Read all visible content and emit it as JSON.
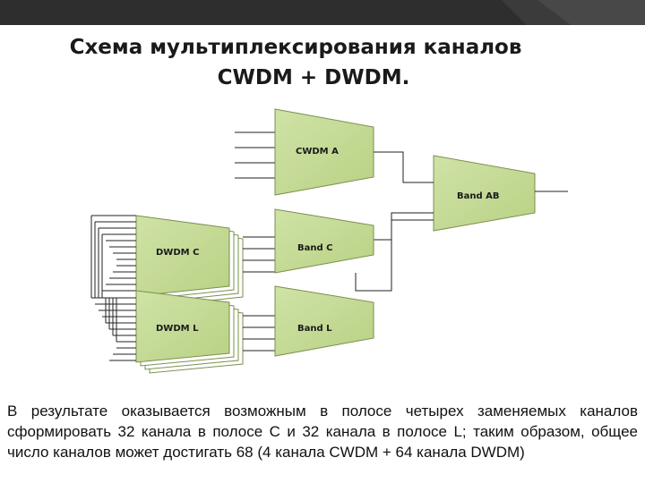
{
  "slide": {
    "title_line1": "Схема мультиплексирования каналов",
    "title_line2": "CWDM + DWDM.",
    "caption": "В результате оказывается возможным в полосе четырех заменяемых каналов сформировать 32 канала в полосе C и 32 канала в полосе L; таким образом, общее число каналов может достигать 68 (4 канала CWDM + 64 канала DWDM)"
  },
  "diagram": {
    "blocks": {
      "cwdm_a": "CWDM A",
      "band_ab": "Band AB",
      "dwdm_c": "DWDM C",
      "band_c": "Band C",
      "dwdm_l": "DWDM L",
      "band_l": "Band L"
    },
    "colors": {
      "block_fill": "#c7dd9c",
      "block_stroke": "#7a8f4e",
      "line": "#222222",
      "background_dark": "#333333"
    }
  }
}
